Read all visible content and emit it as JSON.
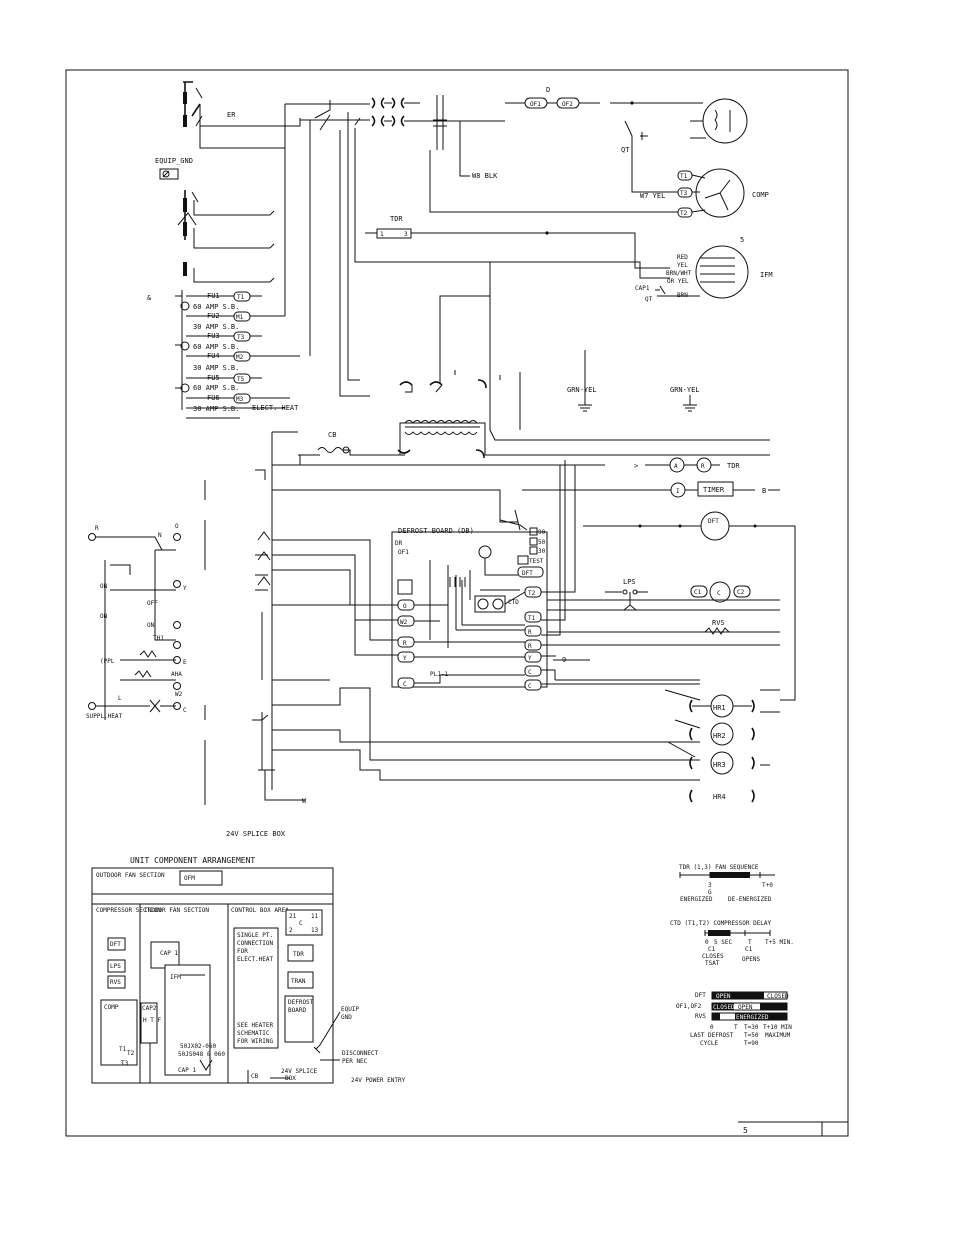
{
  "page_number": "5",
  "upper_left": {
    "equip_gnd": "EQUIP_GND",
    "er": "ER",
    "fuses": [
      {
        "name": "FU1",
        "rating": "60 AMP S.B.",
        "term": "T1"
      },
      {
        "name": "FU2",
        "rating": "30 AMP S.B.",
        "term": "M1"
      },
      {
        "name": "FU3",
        "rating": "60 AMP S.B.",
        "term": "T3"
      },
      {
        "name": "FU4",
        "rating": "30 AMP S.B.",
        "term": "M2"
      },
      {
        "name": "FU5",
        "rating": "60 AMP S.B.",
        "term": "T5"
      },
      {
        "name": "FU6",
        "rating": "30 AMP S.B.",
        "term": "M3"
      }
    ],
    "elect_heat": "ELECT. HEAT",
    "amp_char": "&"
  },
  "top_circuit": {
    "d_label": "D",
    "of1": "OF1",
    "of2": "OF2",
    "w8": "W8 BLK",
    "w7": "W7 YEL",
    "qt": "QT",
    "tdr": "TDR",
    "tdr_terms": [
      "1",
      "3"
    ],
    "comp_terms": [
      "T1",
      "T3",
      "T2"
    ],
    "comp": "COMP",
    "ifm_wires": [
      "RED",
      "YEL",
      "BRN/WHT",
      "OR YEL",
      "BRN"
    ],
    "ifm": "IFM",
    "cap1": "CAP1",
    "num_5": "5",
    "grn_yel_1": "GRN-YEL",
    "grn_yel_2": "GRN-YEL"
  },
  "control": {
    "cb": "CB",
    "defrost_board": "DEFROST BOARD (DB)",
    "defrost_settings": [
      "90",
      "50",
      "30"
    ],
    "test": "TEST",
    "dft": "DFT",
    "t2": "T2",
    "t1": "T1",
    "ctd": "CTD",
    "dr": "DR",
    "of1": "OF1",
    "db_terms": [
      "O",
      "W2",
      "R",
      "Y",
      "C"
    ],
    "right_terms": [
      "R",
      "Y",
      "C",
      "C"
    ],
    "plj": "PLJ-1",
    "tdr_a": "A",
    "tdr_r": "R",
    "tdr_label": "TDR",
    "timer_i": "I",
    "timer": "TIMER",
    "b_label": "B",
    "dft_label": "DFT",
    "lps": "LPS",
    "c1": "C1",
    "c": "C",
    "c2": "C2",
    "rvs": "RVS",
    "hr": [
      "HR1",
      "HR2",
      "HR3",
      "HR4"
    ],
    "splice": "24V SPLICE BOX",
    "w_label": "W",
    "nine": "9"
  },
  "thermostat": {
    "r": "R",
    "n": "N",
    "o": "O",
    "y": "Y",
    "on1": "ON",
    "off": "OFF",
    "on2": "ON",
    "on3": "ON",
    "th1": "TH1",
    "ppl": "(PPL",
    "aha": "AHA",
    "w2": "W2",
    "e": "E",
    "c": "C",
    "suppl": "SUPPL.HEAT",
    "l": "L"
  },
  "arrangement": {
    "title": "UNIT COMPONENT ARRANGEMENT",
    "outdoor_fan": "OUTDOOR FAN SECTION",
    "ofm": "OFM",
    "compressor_sec": "COMPRESSOR SECTION",
    "indoor_fan": "INDOOR FAN SECTION",
    "control_box": "CONTROL BOX AREA",
    "dft": "DFT",
    "lps": "LPS",
    "rvs": "RVS",
    "comp": "COMP",
    "t1": "T1",
    "t2": "T2",
    "t3": "T3",
    "cap1": "CAP 1",
    "ifm": "IFM",
    "cap2": "CAP2",
    "htf": "H T F",
    "single_pt": [
      "SINGLE PT.",
      "CONNECTION",
      "FOR",
      "ELECT.HEAT"
    ],
    "see_heater": [
      "SEE HEATER",
      "SCHEMATIC",
      "FOR WIRING"
    ],
    "terms_box": [
      "21",
      "11",
      "C",
      "2",
      "13"
    ],
    "tdr": "TDR",
    "tran": "TRAN",
    "defrost": [
      "DEFROST",
      "BOARD"
    ],
    "equip_gnd": [
      "EQUIP",
      "GND"
    ],
    "models": [
      "50JX02-060",
      "50JS048 & 060"
    ],
    "cap1b": "CAP 1",
    "cb": "CB",
    "splice": [
      "24V SPLICE",
      "BOX"
    ],
    "disconnect": [
      "DISCONNECT",
      "PER NEC"
    ],
    "power": "24V POWER ENTRY"
  },
  "timing": {
    "tdr_title": "TDR (1,3)  FAN SEQUENCE",
    "tdr_marks": [
      "3",
      "G",
      "T+0"
    ],
    "tdr_states": [
      "ENERGIZED",
      "DE-ENERGIZED"
    ],
    "ctd_title": "CTD (T1,T2)  COMPRESSOR DELAY",
    "ctd_marks": [
      "0",
      "5 SEC",
      "T",
      "T+5 MIN."
    ],
    "ctd_marks2": [
      "C1",
      "C1"
    ],
    "ctd_states": [
      "CLOSES",
      "TSAT",
      "OPENS"
    ],
    "rows": [
      "DFT",
      "OF1,OF2",
      "RVS"
    ],
    "dft_bar": [
      "OPEN",
      "CLOSED"
    ],
    "of_bar": [
      "CLOSED",
      "OPEN"
    ],
    "rvs_bar": "ENERGIZED",
    "marks": [
      "0",
      "T",
      "T=30",
      "T+10 MIN",
      "T=50",
      "MAXIMUM",
      "T=90"
    ],
    "last": [
      "LAST DEFROST",
      "CYCLE"
    ]
  }
}
